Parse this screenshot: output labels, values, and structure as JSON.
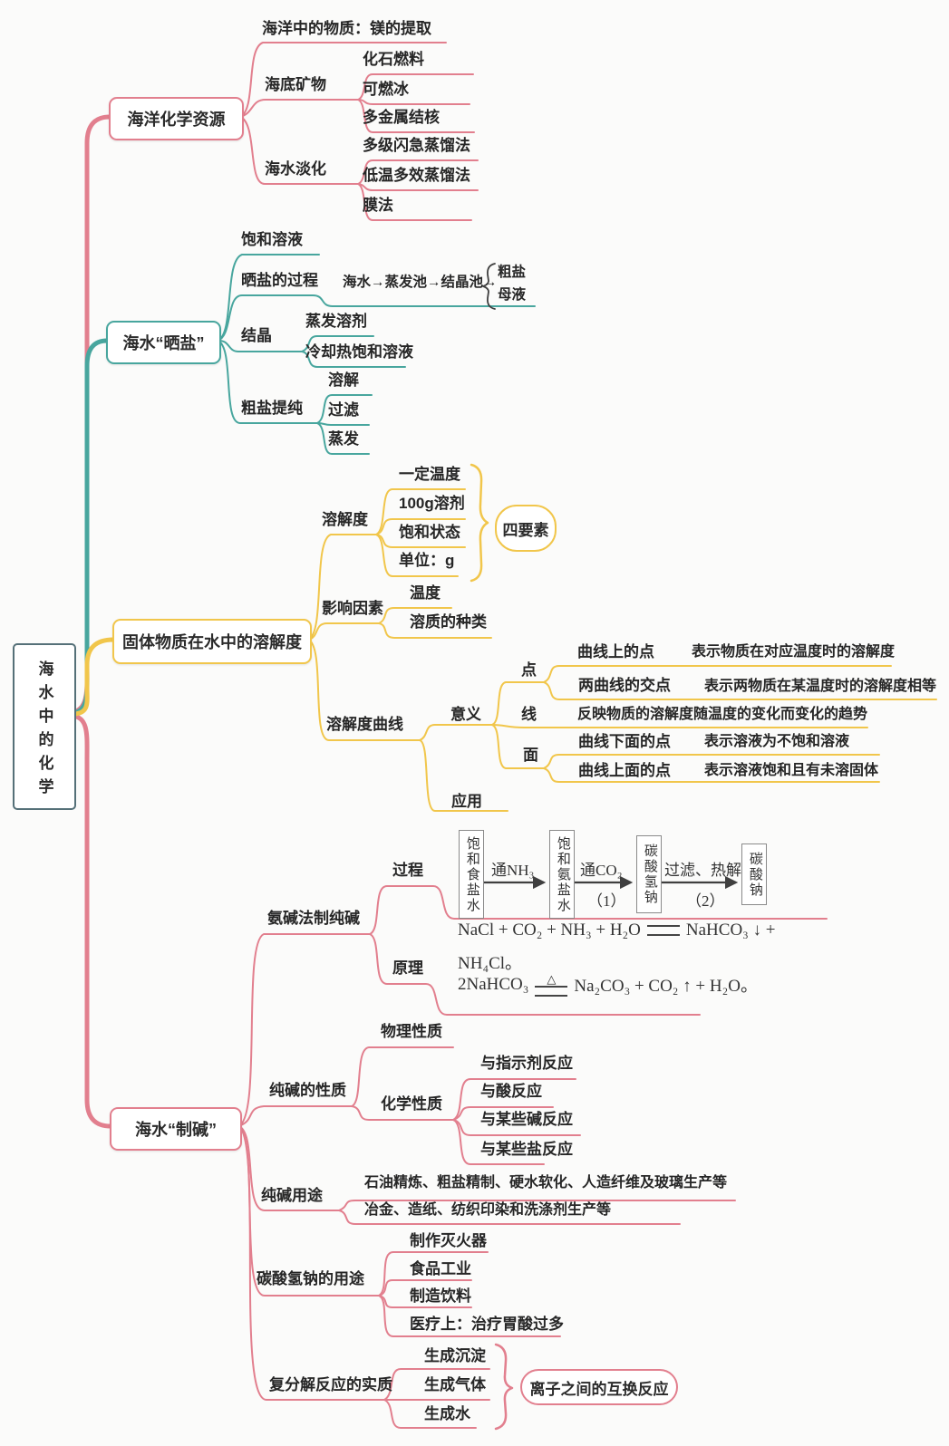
{
  "title": "海水中的化学",
  "colors": {
    "branch_pink": "#e27f8e",
    "branch_teal": "#48a69e",
    "branch_yellow": "#f1c64b",
    "ink": "#3f3f3f"
  },
  "branches": {
    "marine": {
      "label": "海洋化学资源",
      "magnesium": "海洋中的物质：镁的提取",
      "seabed": {
        "label": "海底矿物",
        "items": [
          "化石燃料",
          "可燃冰",
          "多金属结核"
        ]
      },
      "desalination": {
        "label": "海水淡化",
        "items": [
          "多级闪急蒸馏法",
          "低温多效蒸馏法",
          "膜法"
        ]
      }
    },
    "salt": {
      "label": "海水“晒盐”",
      "saturated": "饱和溶液",
      "process": {
        "label": "晒盐的过程",
        "flow": "海水→蒸发池→结晶池→",
        "outputs": [
          "粗盐",
          "母液"
        ]
      },
      "crystallization": {
        "label": "结晶",
        "items": [
          "蒸发溶剂",
          "冷却热饱和溶液"
        ]
      },
      "purification": {
        "label": "粗盐提纯",
        "items": [
          "溶解",
          "过滤",
          "蒸发"
        ]
      }
    },
    "solubility": {
      "label": "固体物质在水中的溶解度",
      "definition": {
        "label": "溶解度",
        "items": [
          "一定温度",
          "100g溶剂",
          "饱和状态",
          "单位：g"
        ],
        "summary": "四要素"
      },
      "factors": {
        "label": "影响因素",
        "items": [
          "温度",
          "溶质的种类"
        ]
      },
      "curve": {
        "label": "溶解度曲线",
        "meaning": "意义",
        "application": "应用",
        "point": {
          "label": "点",
          "rows": [
            {
              "k": "曲线上的点",
              "v": "表示物质在对应温度时的溶解度"
            },
            {
              "k": "两曲线的交点",
              "v": "表示两物质在某温度时的溶解度相等"
            }
          ]
        },
        "line": {
          "label": "线",
          "desc": "反映物质的溶解度随温度的变化而变化的趋势"
        },
        "area": {
          "label": "面",
          "rows": [
            {
              "k": "曲线下面的点",
              "v": "表示溶液为不饱和溶液"
            },
            {
              "k": "曲线上面的点",
              "v": "表示溶液饱和且有未溶固体"
            }
          ]
        }
      }
    },
    "alkali": {
      "label": "海水“制碱”",
      "ammonia_soda": {
        "label": "氨碱法制纯碱",
        "process": {
          "label": "过程",
          "boxes": [
            "饱和食盐水",
            "饱和氨盐水",
            "碳酸氢钠",
            "碳酸钠"
          ],
          "step_labels": [
            "通NH₃",
            "通CO₂",
            "过滤、热解"
          ],
          "step_notes": [
            "（1）",
            "（2）"
          ]
        },
        "principle": {
          "label": "原理",
          "eq1_lhs": "NaCl + CO₂ + NH₃ + H₂O",
          "eq1_rhs": "NaHCO₃ ↓ +",
          "eq1_cont": "NH₄Cl。",
          "eq2_lhs": "2NaHCO₃",
          "eq2_cond": "△",
          "eq2_rhs": "Na₂CO₃ + CO₂ ↑ + H₂O。"
        }
      },
      "properties": {
        "label": "纯碱的性质",
        "physical": "物理性质",
        "chemical": {
          "label": "化学性质",
          "items": [
            "与指示剂反应",
            "与酸反应",
            "与某些碱反应",
            "与某些盐反应"
          ]
        }
      },
      "uses": {
        "label": "纯碱用途",
        "items": [
          "石油精炼、粗盐精制、硬水软化、人造纤维及玻璃生产等",
          "冶金、造纸、纺织印染和洗涤剂生产等"
        ]
      },
      "bicarbonate": {
        "label": "碳酸氢钠的用途",
        "items": [
          "制作灭火器",
          "食品工业",
          "制造饮料",
          "医疗上：治疗胃酸过多"
        ]
      },
      "metathesis": {
        "label": "复分解反应的实质",
        "items": [
          "生成沉淀",
          "生成气体",
          "生成水"
        ],
        "summary": "离子之间的互换反应"
      }
    }
  }
}
